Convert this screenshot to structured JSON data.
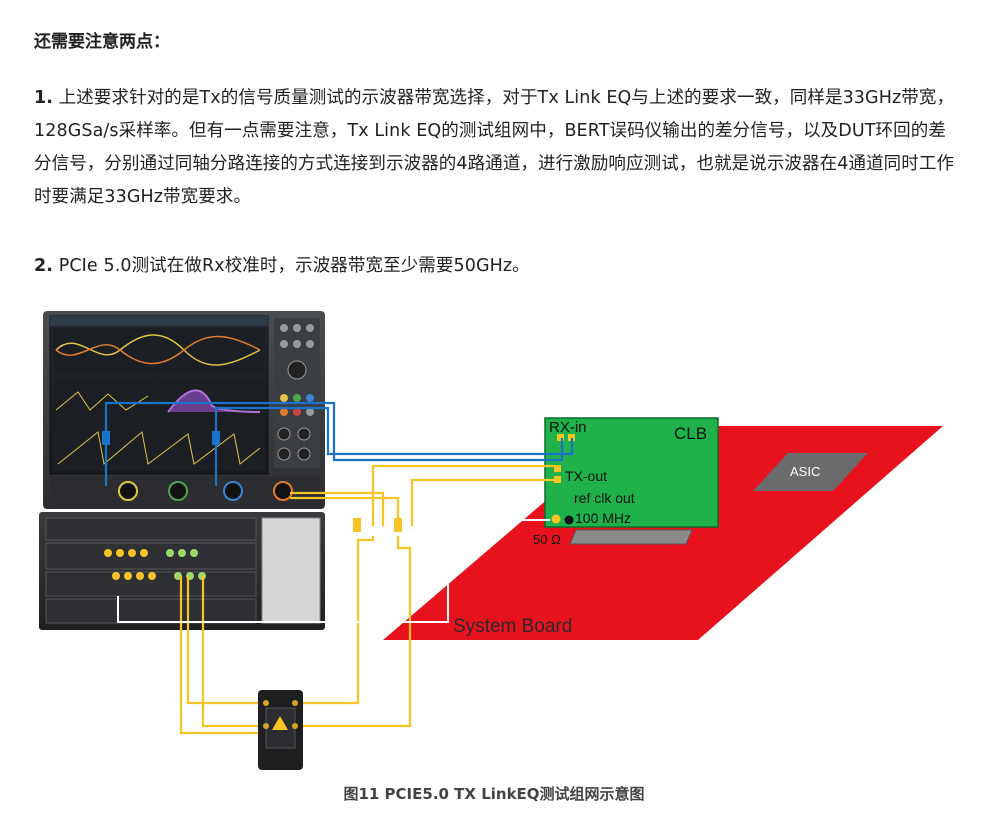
{
  "heading": "还需要注意两点：",
  "points": [
    {
      "num": "1.",
      "text": " 上述要求针对的是Tx的信号质量测试的示波器带宽选择，对于Tx Link EQ与上述的要求一致，同样是33GHz带宽，128GSa/s采样率。但有一点需要注意，Tx Link EQ的测试组网中，BERT误码仪输出的差分信号，以及DUT环回的差分信号，分别通过同轴分路连接的方式连接到示波器的4路通道，进行激励响应测试，也就是说示波器在4通道同时工作时要满足33GHz带宽要求。"
    },
    {
      "num": "2.",
      "text": " PCIe 5.0测试在做Rx校准时，示波器带宽至少需要50GHz。"
    }
  ],
  "figure": {
    "labels": {
      "rx_in": "RX-in",
      "clb": "CLB",
      "tx_out": "TX-out",
      "ref_clk_out": "ref clk out",
      "freq": "100 MHz",
      "termination": "50 Ω",
      "asic": "ASIC",
      "system_board": "System Board"
    },
    "colors": {
      "board": "#e8121f",
      "clb": "#1fb24a",
      "cable_yellow": "#f7c325",
      "cable_blue": "#1a73c8",
      "asic": "#666666"
    }
  },
  "caption": "图11 PCIE5.0 TX LinkEQ测试组网示意图"
}
